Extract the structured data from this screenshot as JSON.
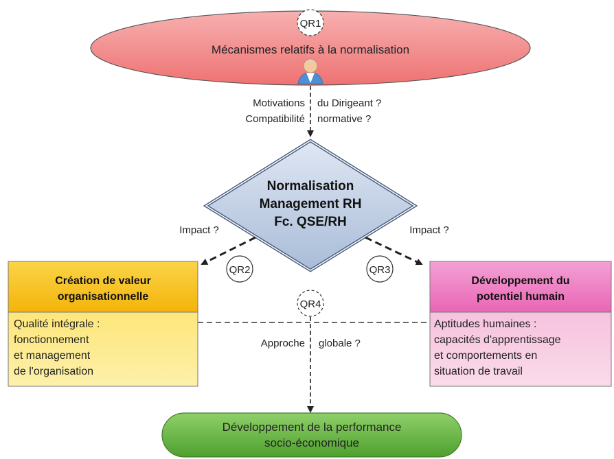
{
  "top_oval": {
    "label": "Mécanismes relatifs à la normalisation",
    "badge": "QR1"
  },
  "question_top": {
    "left_1": "Motivations",
    "right_1": "du Dirigeant ?",
    "left_2": "Compatibilité",
    "right_2": "normative ?"
  },
  "diamond": {
    "line1": "Normalisation",
    "line2": "Management RH",
    "line3": "Fc. QSE/RH"
  },
  "impact_left": "Impact ?",
  "impact_right": "Impact ?",
  "left_box": {
    "title1": "Création de valeur",
    "title2": "organisationnelle",
    "badge": "QR2",
    "body": [
      "Qualité intégrale :",
      "fonctionnement",
      "et management",
      "de l'organisation"
    ]
  },
  "right_box": {
    "title1": "Développement du",
    "title2": "potentiel humain",
    "badge": "QR3",
    "body": [
      "Aptitudes humaines :",
      "capacités d'apprentissage",
      "et comportements en",
      "situation de travail"
    ]
  },
  "center": {
    "badge": "QR4",
    "left": "Approche",
    "right": "globale ?"
  },
  "bottom_oval": {
    "line1": "Développement de la performance",
    "line2": "socio-économique"
  },
  "colors": {
    "top_oval": "#f28b8b",
    "diamond": "#c6d3e6",
    "left_box_header": "#f7c21b",
    "left_box_body": "#fde985",
    "right_box_header": "#ee7fc4",
    "right_box_body": "#f6c6df",
    "bottom_oval": "#6ebe4a"
  },
  "icons": {
    "person": "person-icon"
  }
}
